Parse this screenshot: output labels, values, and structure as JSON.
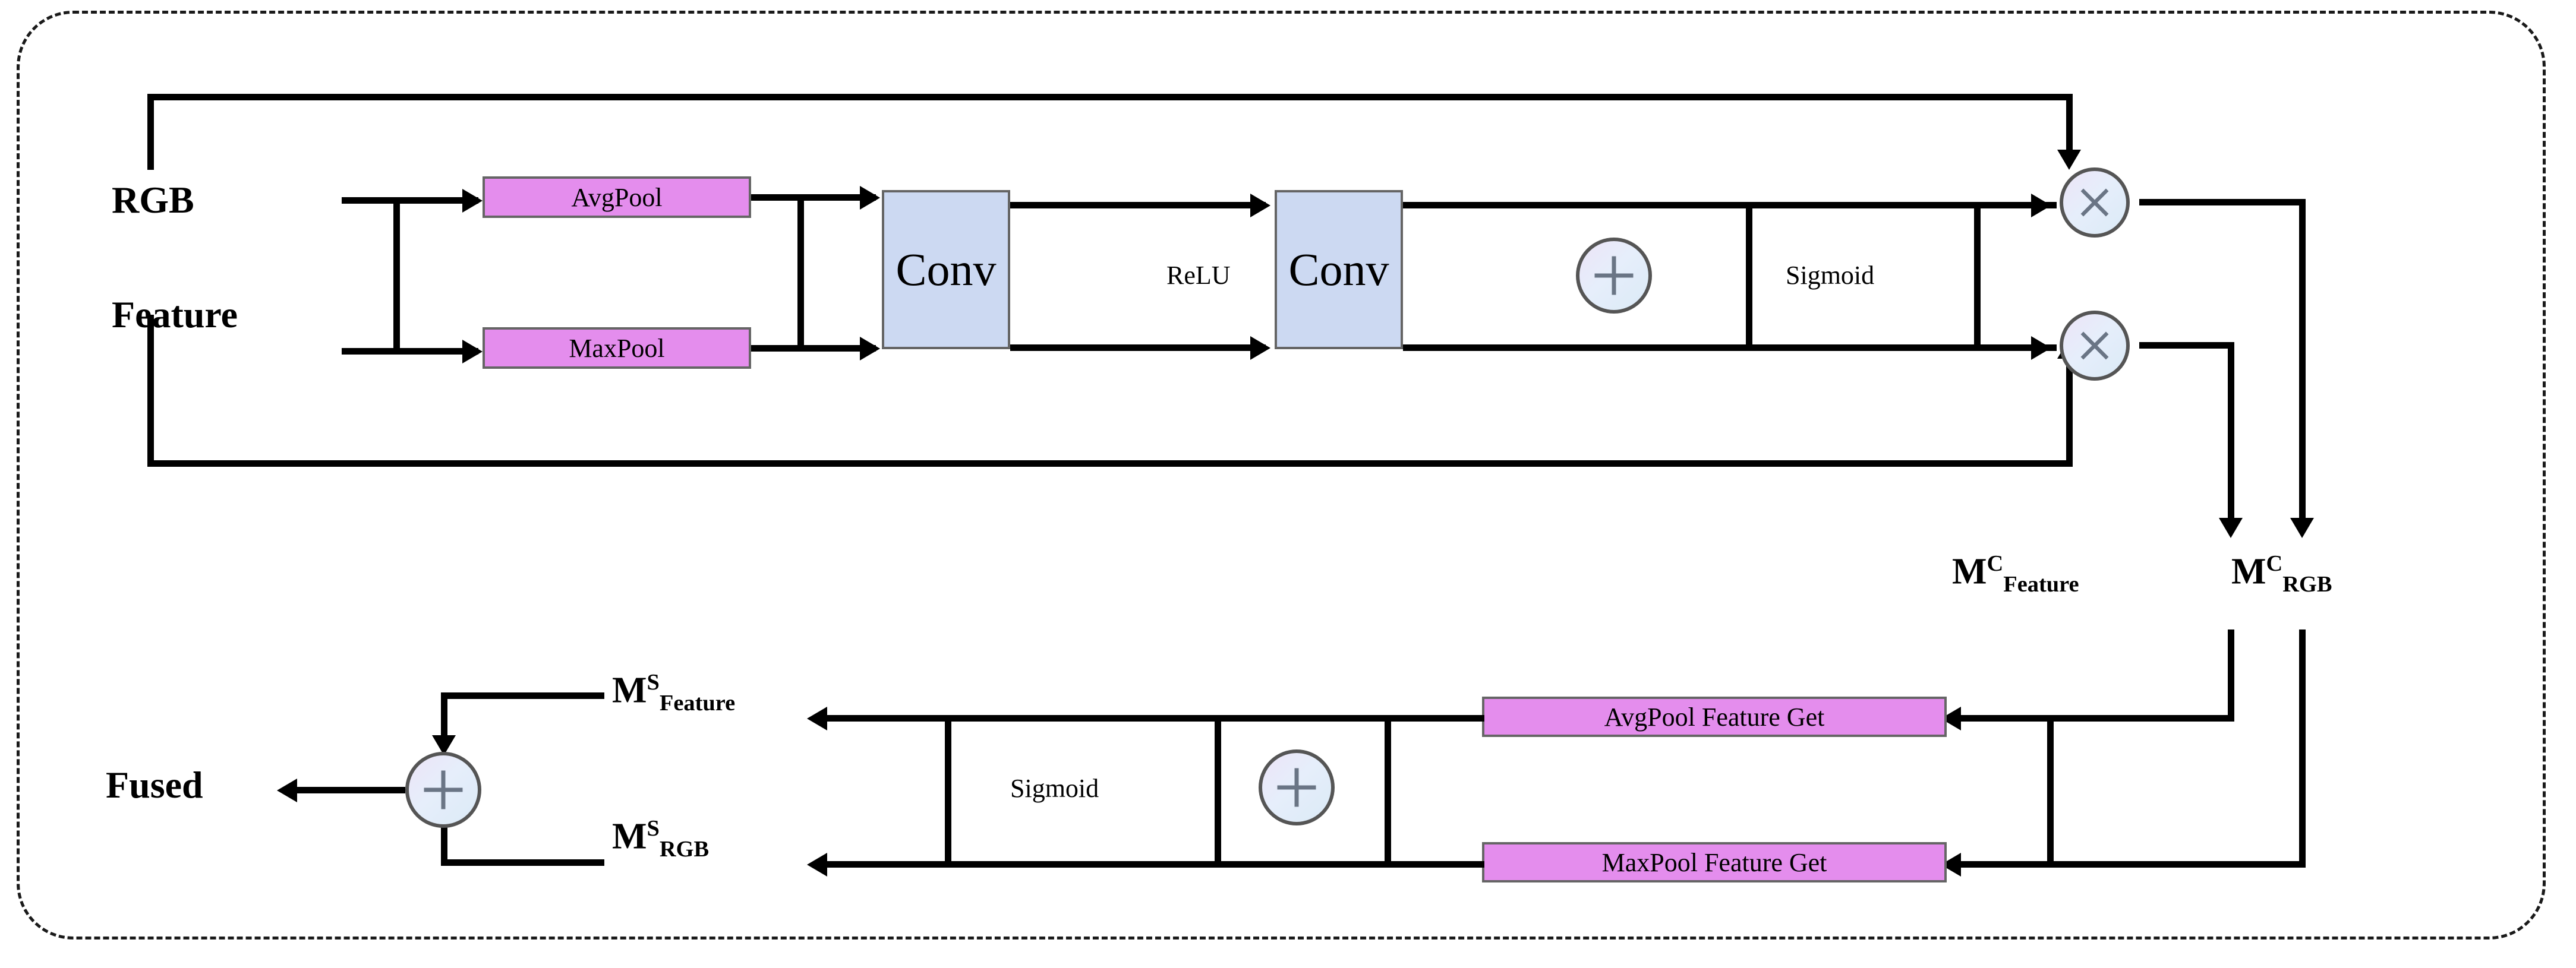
{
  "figure": {
    "type": "block-diagram",
    "title": "Dual-branch attention fusion module (channel attention + spatial attention)",
    "border_style": "dashed-rounded",
    "colors": {
      "pool_block_fill": "#e48ded",
      "pool_block_border": "#656565",
      "conv_block_fill": "#ccd9f2",
      "conv_block_border": "#656565",
      "operator_circle_border": "#555555",
      "wire": "#000000",
      "frame": "#1a1a1a",
      "background": "#ffffff"
    }
  },
  "inputs": {
    "rgb_label": "RGB",
    "feature_label": "Feature"
  },
  "channel_branch": {
    "avgpool_label": "AvgPool",
    "maxpool_label": "MaxPool",
    "conv1_label": "Conv",
    "relu_label": "ReLU",
    "conv2_label": "Conv",
    "add_symbol": "+",
    "sigmoid_label": "Sigmoid",
    "mul_symbol": "×"
  },
  "channel_outputs": {
    "feature_base": "M",
    "feature_sup": "C",
    "feature_sub": "Feature",
    "rgb_base": "M",
    "rgb_sup": "C",
    "rgb_sub": "RGB"
  },
  "spatial_branch": {
    "avgpool_get_label": "AvgPool Feature Get",
    "maxpool_get_label": "MaxPool Feature Get",
    "add_symbol": "+",
    "sigmoid_label": "Sigmoid"
  },
  "spatial_outputs": {
    "feature_base": "M",
    "feature_sup": "S",
    "feature_sub": "Feature",
    "rgb_base": "M",
    "rgb_sup": "S",
    "rgb_sub": "RGB"
  },
  "output": {
    "fused_label": "Fused",
    "add_symbol": "+"
  },
  "icons": {
    "multiply": "multiply-circle-icon",
    "plus": "plus-circle-icon",
    "arrow_right": "arrow-right-icon",
    "arrow_left": "arrow-left-icon",
    "arrow_down": "arrow-down-icon",
    "arrow_up": "arrow-up-icon"
  }
}
